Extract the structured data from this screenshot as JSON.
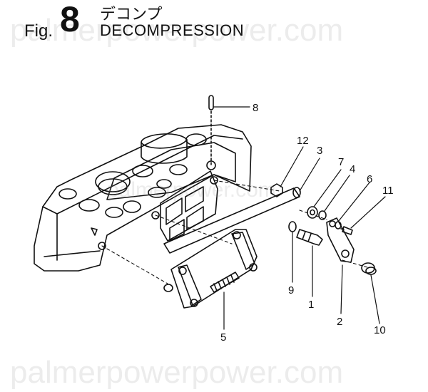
{
  "header": {
    "prefix": "Fig.",
    "number": "8",
    "title_jp": "デコンプ",
    "title_en": "DECOMPRESSION"
  },
  "watermark": {
    "text": "palmerpowerpower.com",
    "mid_text": "palmerpower.com"
  },
  "callouts": [
    "8",
    "12",
    "3",
    "7",
    "4",
    "6",
    "11",
    "9",
    "1",
    "2",
    "10",
    "5"
  ],
  "colors": {
    "ink": "#111111",
    "paper": "#ffffff"
  }
}
